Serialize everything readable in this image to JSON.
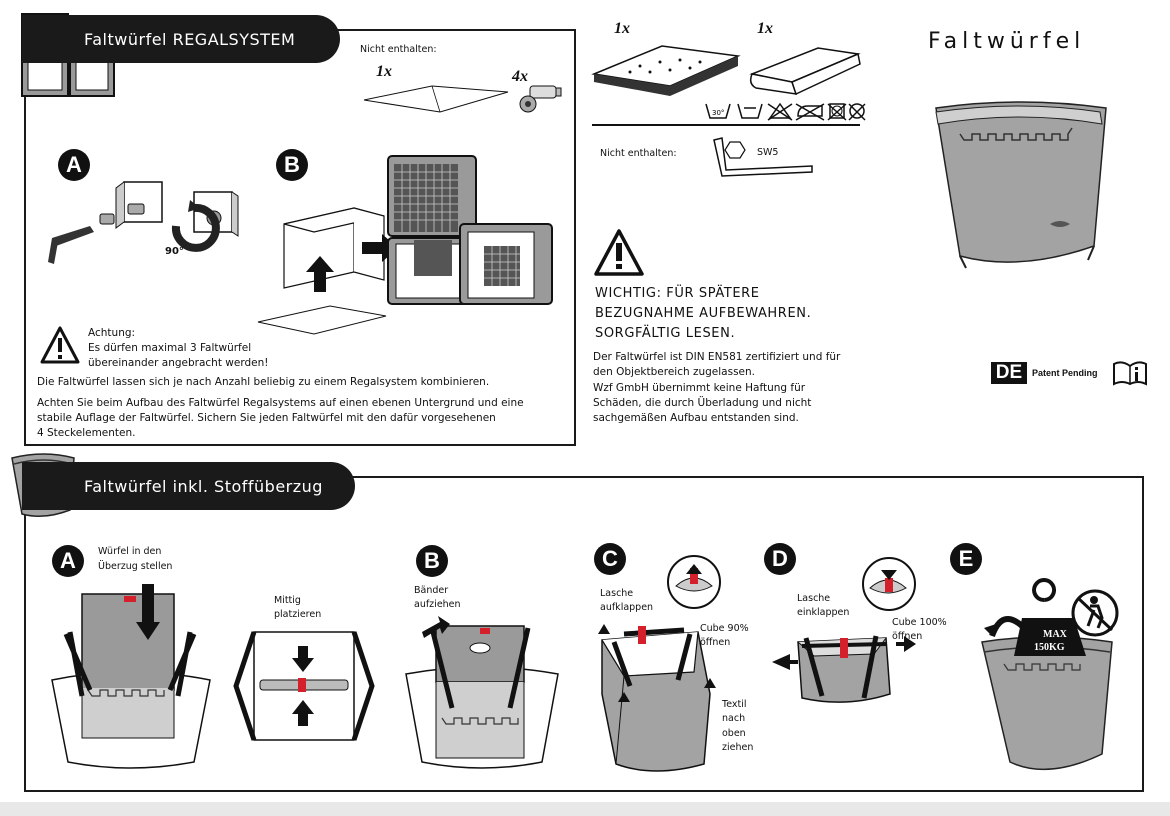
{
  "top_section": {
    "title": "Faltwürfel REGALSYSTEM",
    "not_included_label": "Nicht enthalten:",
    "board_qty": "1x",
    "connector_qty": "4x",
    "step_a": "A",
    "step_b": "B",
    "rotation_label": "90°",
    "caution_title": "Achtung:",
    "caution_line1": "Es dürfen maximal 3 Faltwürfel",
    "caution_line2": "übereinander angebracht werden!",
    "info_line1": "Die Faltwürfel lassen sich je nach Anzahl beliebig zu einem Regalsystem kombinieren.",
    "info_line2": "Achten Sie beim Aufbau des Faltwürfel Regalsystems auf einen ebenen Untergrund und eine",
    "info_line3": "stabile Auflage der Faltwürfel. Sichern Sie jeden Faltwürfel mit den dafür vorgesehenen",
    "info_line4": "4 Steckelementen."
  },
  "parts": {
    "cover_qty": "1x",
    "cube_qty": "1x",
    "wash_temp": "30°",
    "not_included_label": "Nicht enthalten:",
    "tool_label": "SW5"
  },
  "warning": {
    "line1": "WICHTIG: FÜR SPÄTERE",
    "line2": "BEZUGNAHME AUFBEWAHREN.",
    "line3": "SORGFÄLTIG LESEN.",
    "body1": "Der Faltwürfel ist DIN EN581 zertifiziert und für",
    "body2": "den Objektbereich zugelassen.",
    "body3": "Wzf GmbH übernimmt keine Haftung für",
    "body4": "Schäden, die durch Überladung und nicht",
    "body5": "sachgemäßen Aufbau entstanden sind."
  },
  "brand": {
    "name": "Faltwürfel",
    "country": "DE",
    "patent": "Patent Pending"
  },
  "bottom_section": {
    "title": "Faltwürfel  inkl. Stoffüberzug",
    "step_a": "A",
    "step_a_text1": "Würfel in den",
    "step_a_text2": "Überzug stellen",
    "center_text1": "Mittig",
    "center_text2": "platzieren",
    "step_b": "B",
    "step_b_text1": "Bänder",
    "step_b_text2": "aufziehen",
    "step_c": "C",
    "step_c_text1": "Lasche",
    "step_c_text2": "aufklappen",
    "step_c_open1": "Cube 90%",
    "step_c_open2": "öffnen",
    "step_c_pull1": "Textil",
    "step_c_pull2": "nach",
    "step_c_pull3": "oben",
    "step_c_pull4": "ziehen",
    "step_d": "D",
    "step_d_text1": "Lasche",
    "step_d_text2": "einklappen",
    "step_d_open1": "Cube 100%",
    "step_d_open2": "öffnen",
    "step_e": "E",
    "max_label": "MAX",
    "max_weight": "150KG"
  },
  "colors": {
    "dark": "#1a1a1a",
    "grey": "#9a9a9a",
    "light_grey": "#d6d6d6",
    "accent_red": "#d4202a"
  }
}
